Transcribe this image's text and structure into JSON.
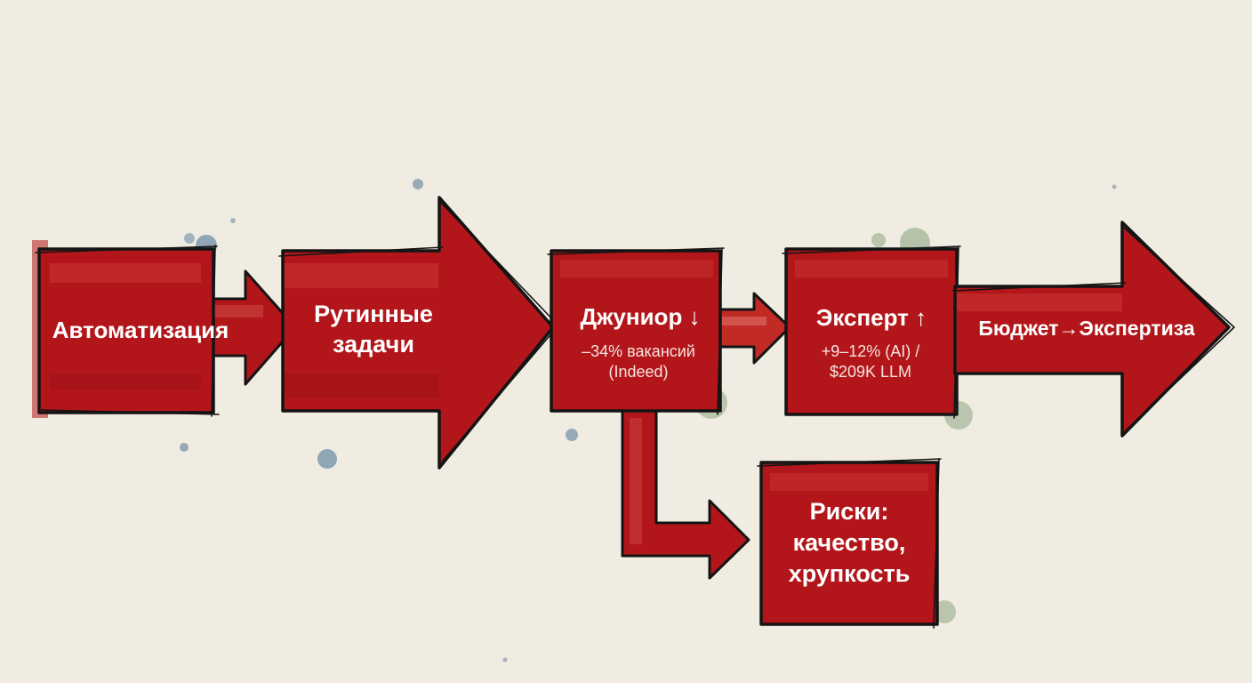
{
  "colors": {
    "background": "#f1ece1",
    "shape_fill": "#b3161a",
    "shape_fill_light": "#cc3a33",
    "outline": "#141414",
    "text": "#ffffff",
    "splatter_blue": "#6f8fa6",
    "splatter_green": "#8aa783"
  },
  "nodes": {
    "automation": {
      "label": "Автоматизация"
    },
    "routine": {
      "line1": "Рутинные",
      "line2": "задачи"
    },
    "junior": {
      "label": "Джуниор ↓",
      "detail1": "–34% вакансий",
      "detail2": "(Indeed)"
    },
    "expert": {
      "label": "Эксперт ↑",
      "detail1": "+9–12% (AI) /",
      "detail2": "$209K LLM"
    },
    "budget": {
      "label": "Бюджет→Экспертиза"
    },
    "risks": {
      "line1": "Риски:",
      "line2": "качество,",
      "line3": "хрупкость"
    }
  },
  "edges": [
    {
      "from": "automation",
      "to": "routine"
    },
    {
      "from": "routine",
      "to": "junior"
    },
    {
      "from": "junior",
      "to": "expert"
    },
    {
      "from": "expert",
      "to": "budget"
    },
    {
      "from": "junior",
      "to": "risks"
    }
  ]
}
